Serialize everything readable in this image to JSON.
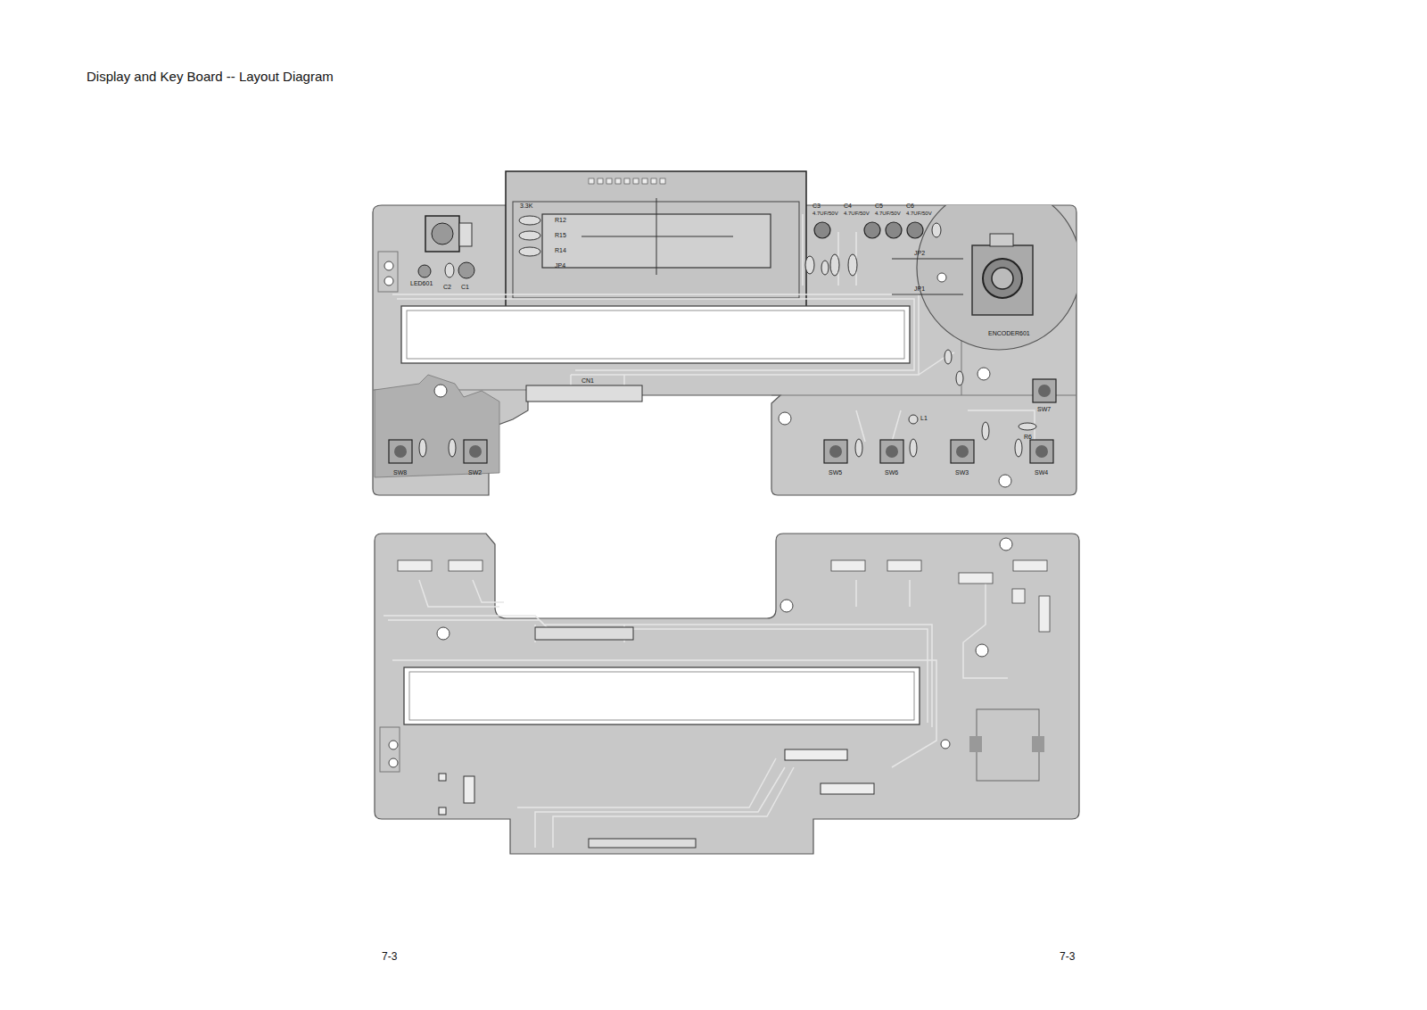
{
  "diagram": {
    "title": "Display and Key Board -- Layout Diagram",
    "labels": [
      "7-3",
      "7-3",
      "LED601",
      "C2",
      "C1",
      "3.3K",
      "R12",
      "R15",
      "R14",
      "JP4",
      "C3",
      "4.7UF/50V",
      "C4",
      "4.7UF/50V",
      "C5",
      "4.7UF/50V",
      "C6",
      "4.7UF/50V",
      "JP2",
      "JP1",
      "ENCODER601",
      "CN1",
      "SW8",
      "SW2",
      "SW5",
      "SW6",
      "SW3",
      "SW4",
      "SW7",
      "L1",
      "R6"
    ]
  }
}
